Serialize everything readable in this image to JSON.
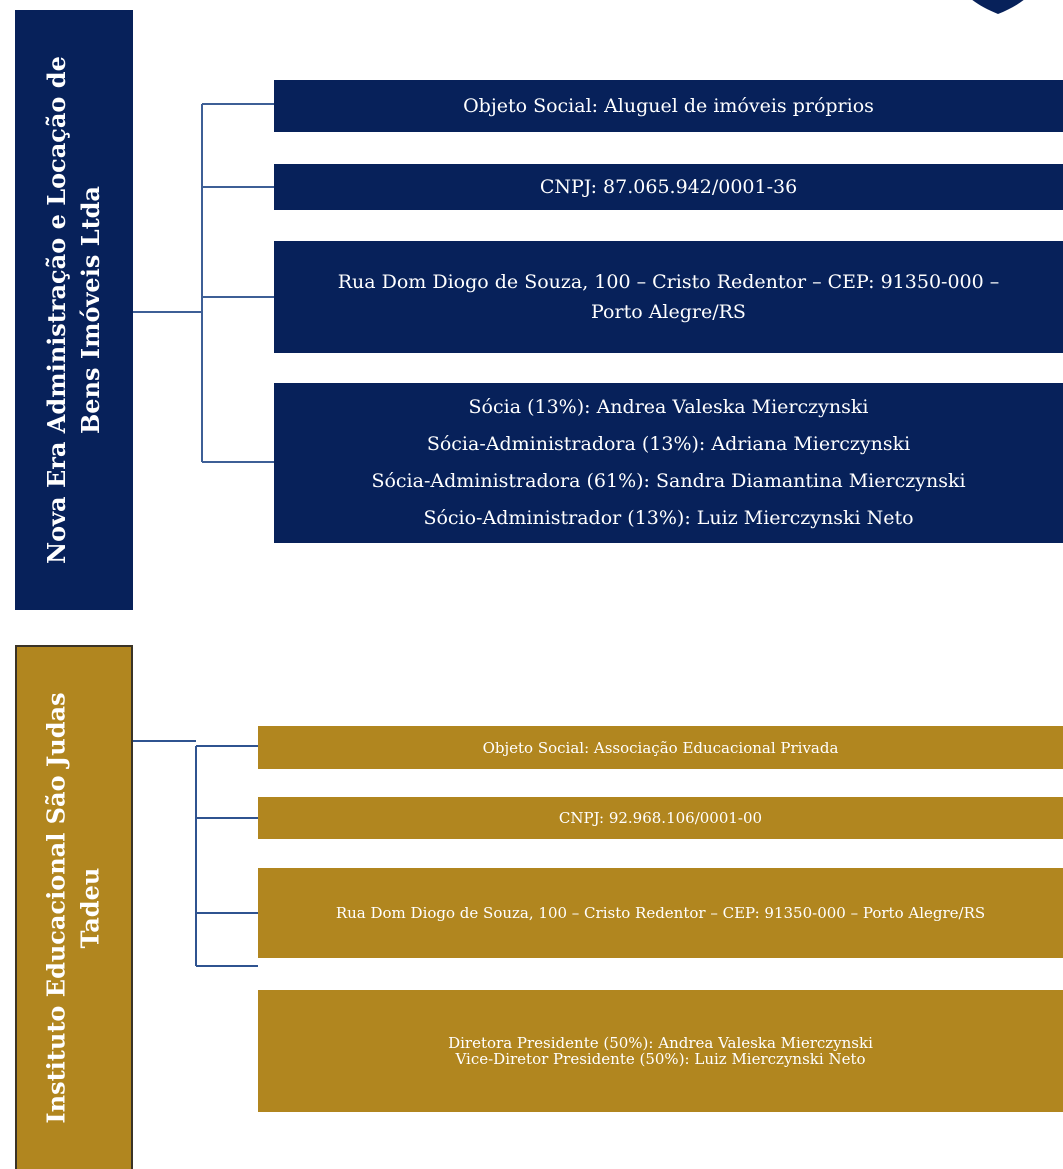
{
  "navy_company": {
    "title_lines": [
      "Nova Era Administração e Locação de",
      "Bens Imóveis Ltda"
    ],
    "objeto_social": "Objeto Social: Aluguel de imóveis próprios",
    "cnpj": "CNPJ: 87.065.942/0001-36",
    "address_lines": [
      "Rua Dom Diogo de Souza, 100 – Cristo Redentor – CEP: 91350-000 –",
      "Porto Alegre/RS"
    ],
    "partners": [
      "Sócia (13%): Andrea Valeska Mierczynski",
      "Sócia-Administradora (13%): Adriana Mierczynski",
      "Sócia-Administradora (61%): Sandra Diamantina Mierczynski",
      "Sócio-Administrador (13%): Luiz Mierczynski Neto"
    ]
  },
  "gold_company": {
    "title_lines": [
      "Instituto Educacional São Judas",
      "Tadeu"
    ],
    "objeto_social": "Objeto Social: Associação Educacional Privada",
    "cnpj": "CNPJ: 92.968.106/0001-00",
    "address": "Rua Dom Diogo de Souza, 100 – Cristo Redentor – CEP: 91350-000 – Porto Alegre/RS",
    "directors": [
      "Diretora Presidente (50%): Andrea Valeska Mierczynski",
      "Vice-Diretor Presidente (50%): Luiz Mierczynski Neto"
    ]
  },
  "colors": {
    "navy": "#07215a",
    "gold": "#b1861f",
    "connector_navy": "#3e5f96",
    "connector_gold": "#2f5390"
  }
}
